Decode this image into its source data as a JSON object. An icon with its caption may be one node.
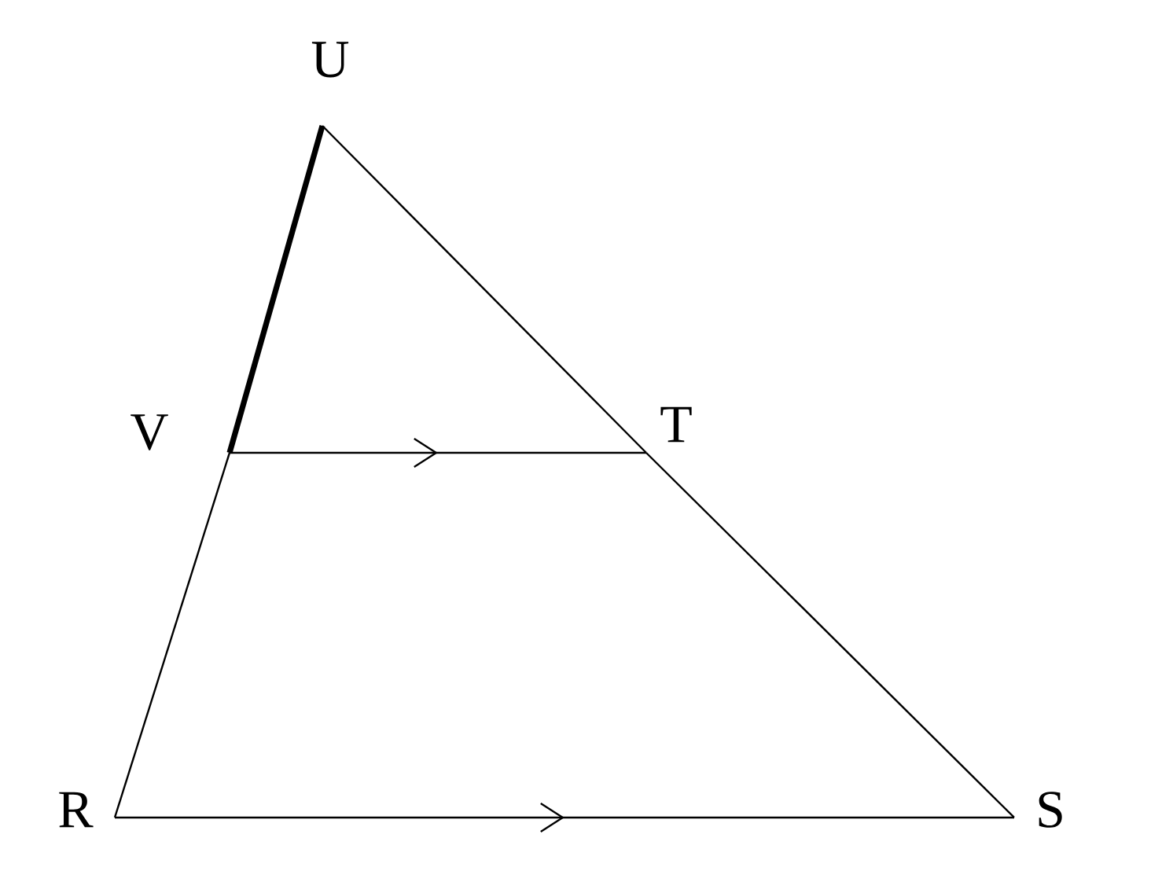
{
  "diagram": {
    "nodes": [
      {
        "text": [
          "U"
        ]
      },
      {
        "text": [
          "V"
        ]
      },
      {
        "text": [
          "T"
        ]
      },
      {
        "text": [
          "R"
        ]
      },
      {
        "text": [
          "S"
        ]
      }
    ],
    "edges": [
      {
        "from": 0,
        "to": 1,
        "arrow": "none",
        "style": "thick"
      },
      {
        "from": 1,
        "to": 3,
        "arrow": "none"
      },
      {
        "from": 0,
        "to": 2,
        "arrow": "none"
      },
      {
        "from": 2,
        "to": 4,
        "arrow": "none"
      },
      {
        "from": 1,
        "to": 2,
        "arrow": "to"
      },
      {
        "from": 3,
        "to": 4,
        "arrow": "to"
      }
    ]
  }
}
